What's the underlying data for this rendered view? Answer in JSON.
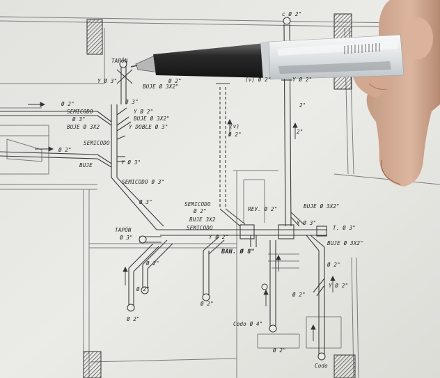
{
  "drawing": {
    "labels": [
      {
        "id": "tapon-top",
        "text": "TAPÓN"
      },
      {
        "id": "y3",
        "text": "Y Ø 3\""
      },
      {
        "id": "buje-3x2-a",
        "text": "BUJE Ø 3X2\""
      },
      {
        "id": "d2-top",
        "text": "Ø 2\""
      },
      {
        "id": "codo-top",
        "text": "c Ø 2\""
      },
      {
        "id": "v2-a",
        "text": "(v) Ø 2\""
      },
      {
        "id": "y2-right",
        "text": "Y Ø 2\""
      },
      {
        "id": "d2-left1",
        "text": "Ø 2\""
      },
      {
        "id": "semicodo-1",
        "text": "SEMICODO"
      },
      {
        "id": "d3-1",
        "text": "Ø 3\""
      },
      {
        "id": "buje-3x2-b",
        "text": "BUJE Ø 3X2"
      },
      {
        "id": "d3-2",
        "text": "Ø 3\""
      },
      {
        "id": "y-d2",
        "text": "Y Ø 2\""
      },
      {
        "id": "buje-3x2-c",
        "text": "BUJE Ø 3X2\""
      },
      {
        "id": "ydoble",
        "text": "Y DOBLE Ø 3\""
      },
      {
        "id": "d2-vert",
        "text": "2\""
      },
      {
        "id": "v2-b",
        "text": "(v)"
      },
      {
        "id": "v2-b2",
        "text": "Ø 2\""
      },
      {
        "id": "semicodo-2",
        "text": "SEMICODO"
      },
      {
        "id": "d2-mid",
        "text": "Ø 2\""
      },
      {
        "id": "buje-mid",
        "text": "BUJE"
      },
      {
        "id": "ye3",
        "text": "Y Ø 3\""
      },
      {
        "id": "semicodo-3",
        "text": "SEMICODO Ø 3\""
      },
      {
        "id": "d3-diag",
        "text": "Ø 3\""
      },
      {
        "id": "semicodo-4",
        "text": "SEMICODO"
      },
      {
        "id": "d2-semi",
        "text": "Ø 2\""
      },
      {
        "id": "rev",
        "text": "REV. Ø 2\""
      },
      {
        "id": "buje-right",
        "text": "BUJE Ø 3X2\""
      },
      {
        "id": "buje-3x2-d",
        "text": "BUJE 3X2"
      },
      {
        "id": "semicodo-5",
        "text": "SEMICODO"
      },
      {
        "id": "y2-low",
        "text": "Y Ø 2\""
      },
      {
        "id": "t3",
        "text": "T. Ø 3\""
      },
      {
        "id": "y3-2",
        "text": "Y Ø 3\""
      },
      {
        "id": "tapon-left",
        "text": "TAPÓN"
      },
      {
        "id": "d3-tap",
        "text": "Ø 3\""
      },
      {
        "id": "ban",
        "text": "BAN. Ø 8\""
      },
      {
        "id": "buje-3x2-e",
        "text": "BUJE Ø 3X2\""
      },
      {
        "id": "d2-r1",
        "text": "Ø 2\""
      },
      {
        "id": "y2-r",
        "text": "Y Ø 2\""
      },
      {
        "id": "d2-l1",
        "text": "Ø 2\""
      },
      {
        "id": "d2-l2",
        "text": "Ø 2\""
      },
      {
        "id": "d2-bot1",
        "text": "Ø 2\""
      },
      {
        "id": "d2-bot2",
        "text": "Ø 2\""
      },
      {
        "id": "d2-bot3",
        "text": "Ø 2\""
      },
      {
        "id": "codo-bot",
        "text": "Codo Ø 4\""
      },
      {
        "id": "codo-bot2",
        "text": "Codo"
      },
      {
        "id": "small-2",
        "text": "2\""
      },
      {
        "id": "small-d2",
        "text": "Ø 2\""
      }
    ],
    "colors": {
      "paper": "#ebebe7",
      "ink": "#3a3a3a",
      "pencil_body": "#3b3b3b",
      "pencil_clear": "#e7ebec",
      "skin": "#d8b29a"
    }
  }
}
